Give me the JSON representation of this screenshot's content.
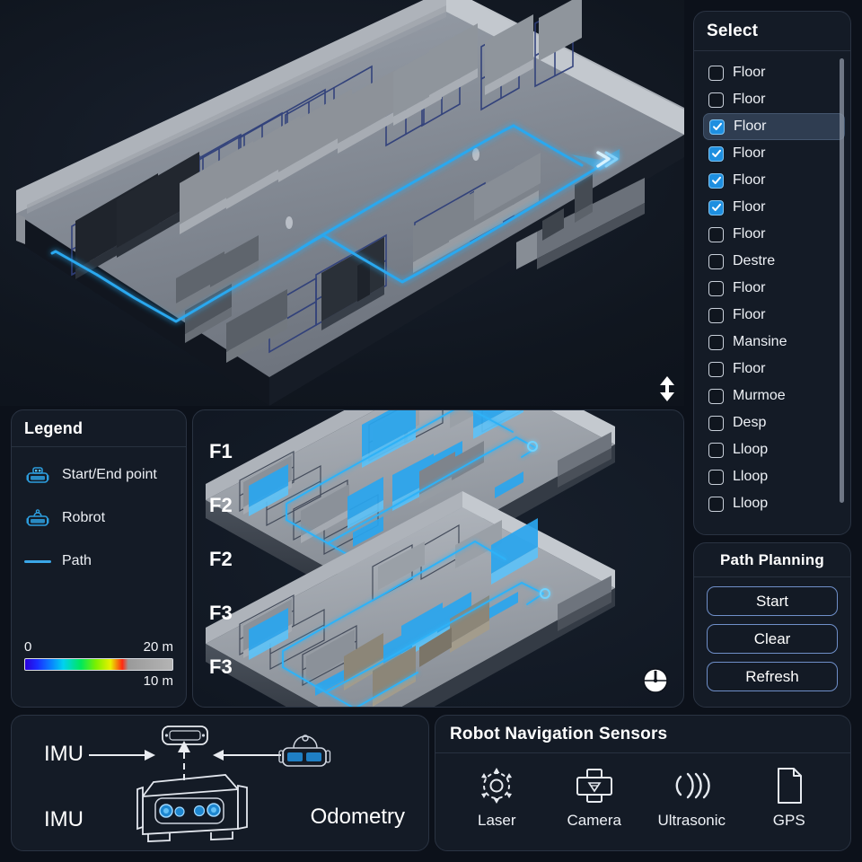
{
  "select_panel": {
    "title": "Select",
    "items": [
      {
        "label": "Floor",
        "checked": false,
        "active": false
      },
      {
        "label": "Floor",
        "checked": false,
        "active": false
      },
      {
        "label": "Floor",
        "checked": true,
        "active": true
      },
      {
        "label": "Floor",
        "checked": true,
        "active": false
      },
      {
        "label": "Floor",
        "checked": true,
        "active": false
      },
      {
        "label": "Floor",
        "checked": true,
        "active": false
      },
      {
        "label": "Floor",
        "checked": false,
        "active": false
      },
      {
        "label": "Destre",
        "checked": false,
        "active": false
      },
      {
        "label": "Floor",
        "checked": false,
        "active": false
      },
      {
        "label": "Floor",
        "checked": false,
        "active": false
      },
      {
        "label": "Mansine",
        "checked": false,
        "active": false
      },
      {
        "label": "Floor",
        "checked": false,
        "active": false
      },
      {
        "label": "Murmoe",
        "checked": false,
        "active": false
      },
      {
        "label": "Desp",
        "checked": false,
        "active": false
      },
      {
        "label": "Lloop",
        "checked": false,
        "active": false
      },
      {
        "label": "Lloop",
        "checked": false,
        "active": false
      },
      {
        "label": "Lloop",
        "checked": false,
        "active": false
      }
    ]
  },
  "path_planning": {
    "title": "Path Planning",
    "buttons": [
      {
        "label": "Start"
      },
      {
        "label": "Clear"
      },
      {
        "label": "Refresh"
      }
    ]
  },
  "legend": {
    "title": "Legend",
    "rows": [
      {
        "label": "Start/End point",
        "icon": "robot-start-icon"
      },
      {
        "label": "Robrot",
        "icon": "robot-icon"
      },
      {
        "label": "Path",
        "icon": "path-line-icon"
      }
    ],
    "scale": {
      "min_label": "0",
      "max_label": "20 m",
      "mid_label": "10 m",
      "path_color": "#3ba7e8"
    }
  },
  "floors_view": {
    "labels": [
      "F1",
      "F2",
      "F2",
      "F3",
      "F3"
    ],
    "compass_icon": "compass-icon"
  },
  "main_view": {
    "resize_icon": "resize-vertical-icon",
    "path_color": "#29a8ef",
    "rack_color": "#2f3f7a"
  },
  "imu_panel": {
    "left_top_label": "IMU",
    "left_bottom_label": "IMU",
    "right_label": "Odometry",
    "sensor_icon": "imu-module-icon",
    "robot_icon": "robot-body-icon",
    "goggles_icon": "vr-sensor-icon"
  },
  "sensors_panel": {
    "title": "Robot Navigation Sensors",
    "items": [
      {
        "label": "Laser",
        "icon": "laser-scan-icon"
      },
      {
        "label": "Camera",
        "icon": "camera-icon"
      },
      {
        "label": "Ultrasonic",
        "icon": "ultrasonic-waves-icon"
      },
      {
        "label": "GPS",
        "icon": "gps-document-icon"
      }
    ]
  },
  "theme": {
    "background": "#0c111a",
    "panel": "#141b26",
    "accent": "#29a8ef",
    "button_border": "#6f8fc9",
    "active_row": "#2f3d51"
  }
}
